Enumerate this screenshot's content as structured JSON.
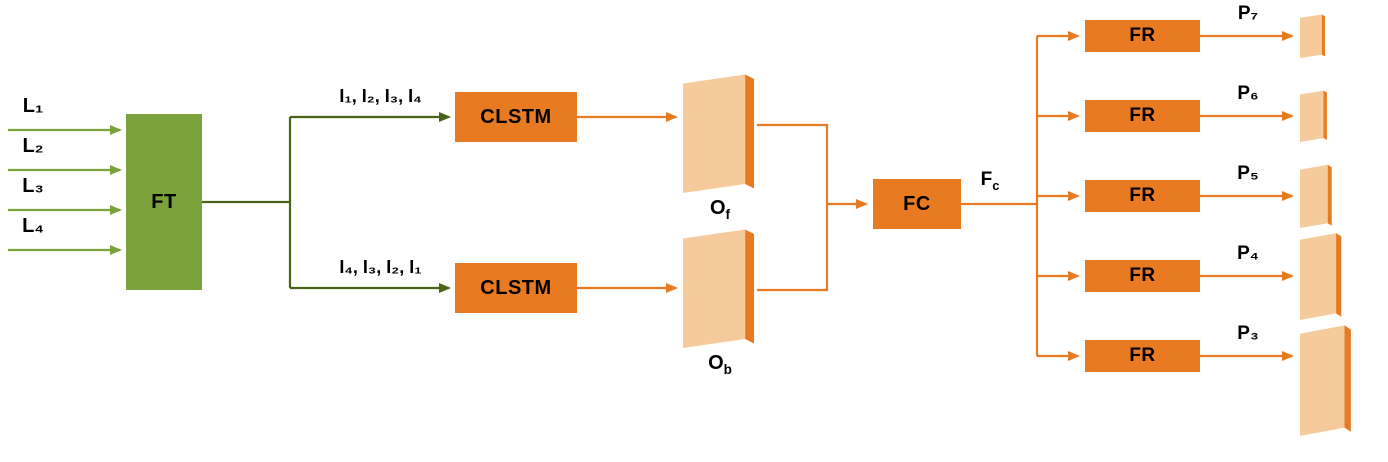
{
  "diagram": {
    "inputs": [
      {
        "label": "L₁"
      },
      {
        "label": "L₂"
      },
      {
        "label": "L₃"
      },
      {
        "label": "L₄"
      }
    ],
    "ft": {
      "label": "FT"
    },
    "sequences": {
      "forward": "I₁, I₂, I₃, I₄",
      "backward": "I₄, I₃, I₂, I₁"
    },
    "clstm_forward": {
      "label": "CLSTM"
    },
    "clstm_backward": {
      "label": "CLSTM"
    },
    "outputs": {
      "forward": {
        "base": "O",
        "sub": "f"
      },
      "backward": {
        "base": "O",
        "sub": "b"
      }
    },
    "fc": {
      "label": "FC"
    },
    "fc_output": {
      "base": "F",
      "sub": "c"
    },
    "fr_rows": [
      {
        "fr_label": "FR",
        "p_label": "P₇"
      },
      {
        "fr_label": "FR",
        "p_label": "P₆"
      },
      {
        "fr_label": "FR",
        "p_label": "P₅"
      },
      {
        "fr_label": "FR",
        "p_label": "P₄"
      },
      {
        "fr_label": "FR",
        "p_label": "P₃"
      }
    ],
    "colors": {
      "green": "#7BA33C",
      "green_dark": "#4A6318",
      "orange": "#E87A22",
      "map_fill": "#F5CB9B",
      "text": "#000000"
    }
  }
}
